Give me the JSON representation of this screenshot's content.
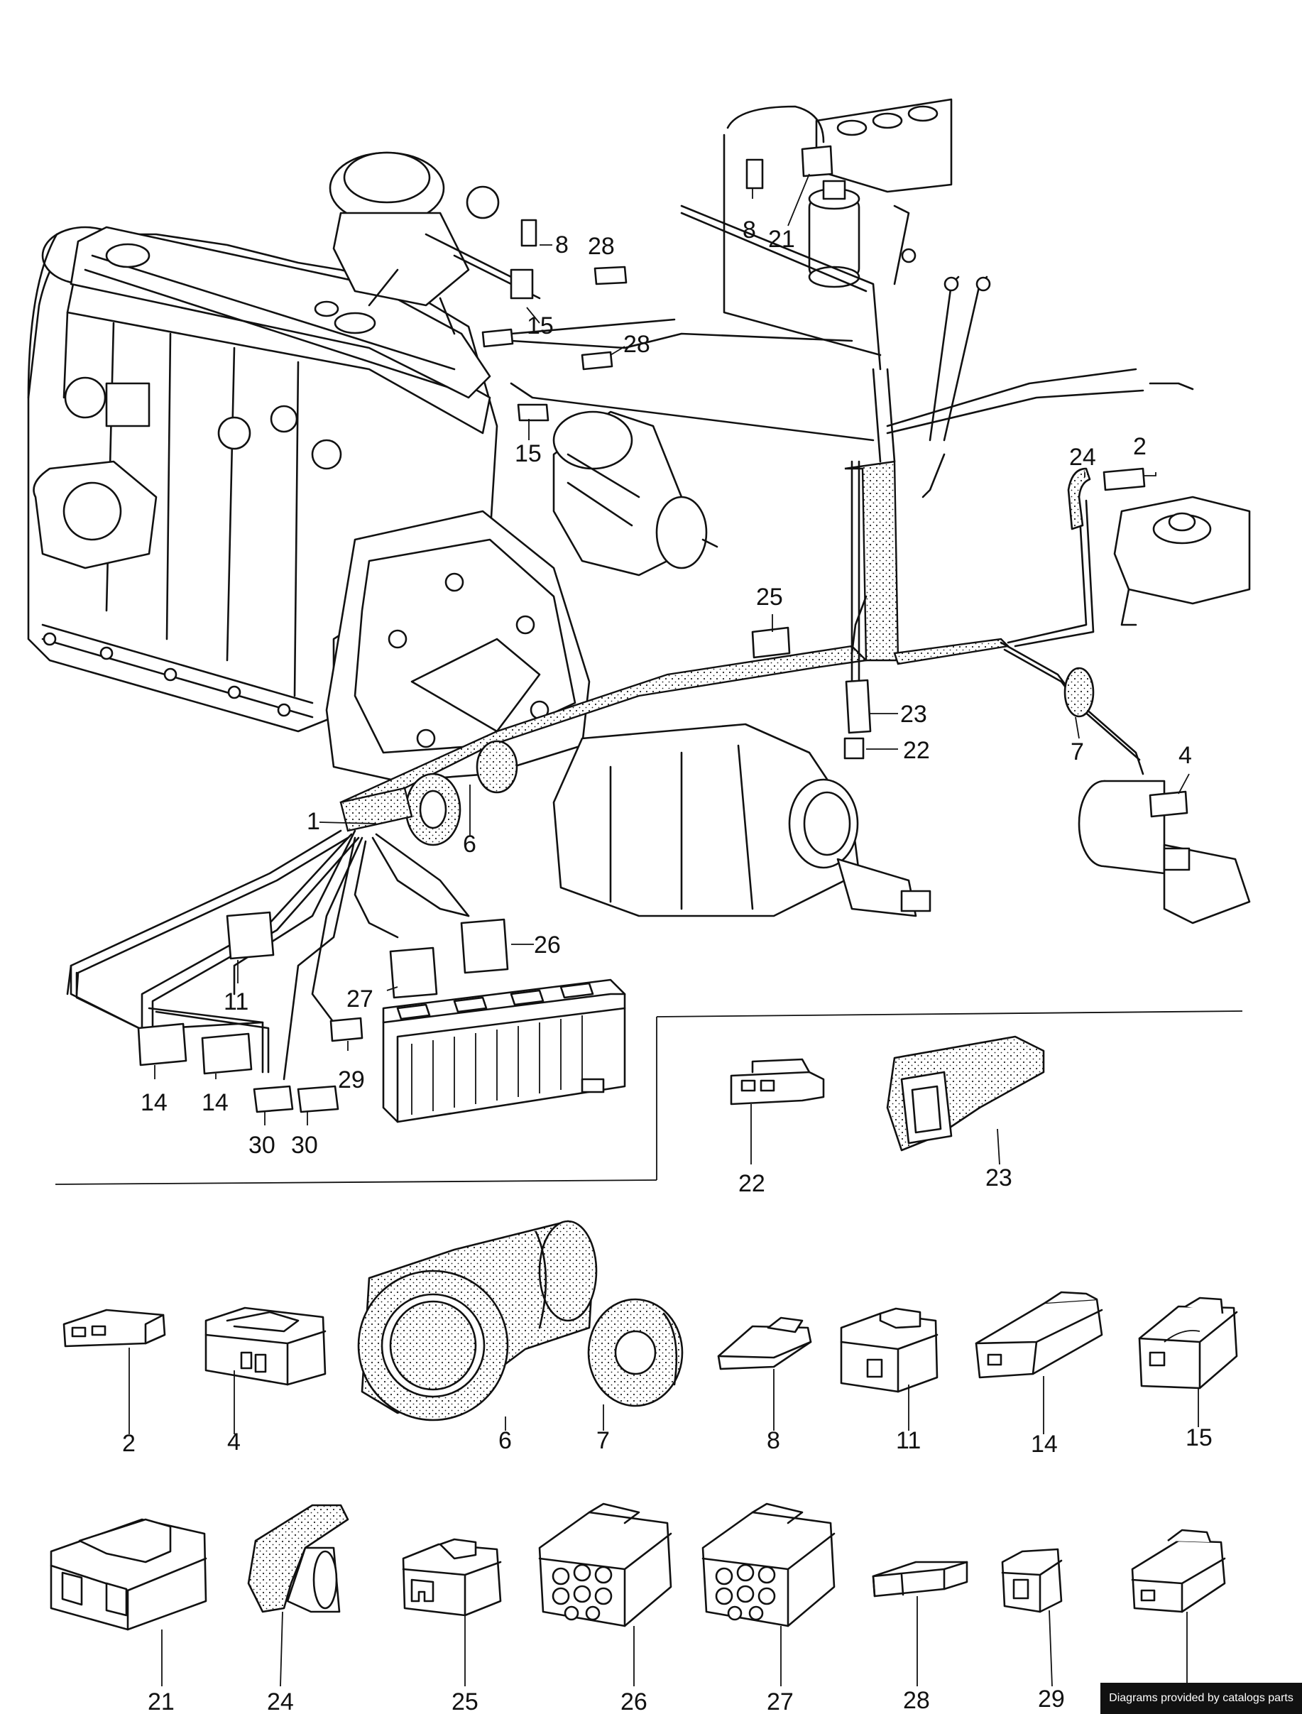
{
  "credit": "Diagrams provided by catalogs parts",
  "labels": {
    "l1": "1",
    "l2a": "2",
    "l2b": "2",
    "l4a": "4",
    "l4b": "4",
    "l6a": "6",
    "l6b": "6",
    "l7a": "7",
    "l7b": "7",
    "l8a": "8",
    "l8b": "8",
    "l8c": "8",
    "l11a": "11",
    "l11b": "11",
    "l14a": "14",
    "l14b": "14",
    "l14c": "14",
    "l15a": "15",
    "l15b": "15",
    "l15c": "15",
    "l21a": "21",
    "l21b": "21",
    "l22a": "22",
    "l22b": "22",
    "l23a": "23",
    "l23b": "23",
    "l24a": "24",
    "l24b": "24",
    "l25a": "25",
    "l25b": "25",
    "l26a": "26",
    "l26b": "26",
    "l27a": "27",
    "l27b": "27",
    "l28a": "28",
    "l28b": "28",
    "l28c": "28",
    "l29a": "29",
    "l29b": "29",
    "l30a": "30",
    "l30b": "30"
  }
}
